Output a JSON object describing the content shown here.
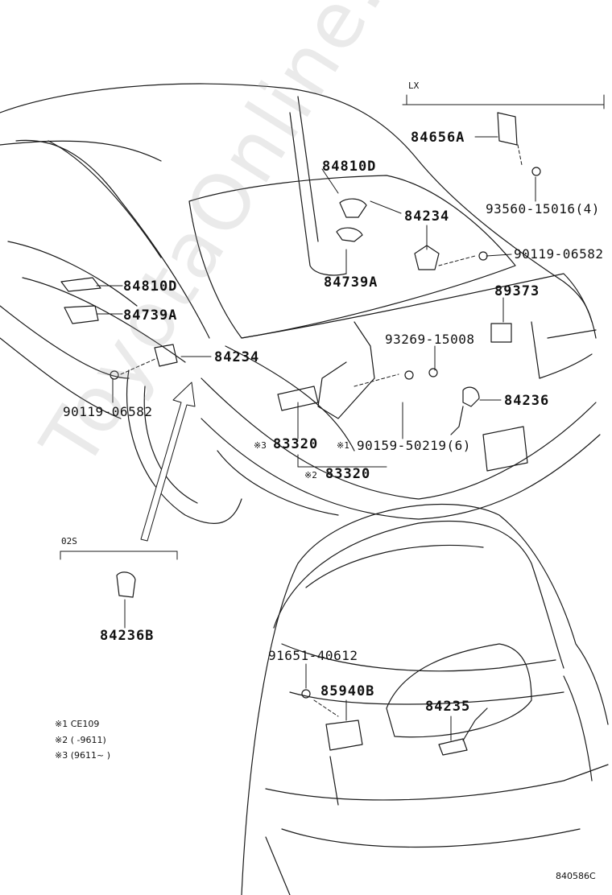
{
  "watermark": "ToyotaOnline.ru",
  "groups": {
    "lx": "LX",
    "o2s": "02S"
  },
  "parts": {
    "p84656a": "84656A",
    "p84810d_top": "84810D",
    "p84234_top": "84234",
    "p93560": "93560-15016(4)",
    "p90119_top": "90119-06582",
    "p84739a_top": "84739A",
    "p84810d_left": "84810D",
    "p84739a_left": "84739A",
    "p89373": "89373",
    "p93269": "93269-15008",
    "p84234_left": "84234",
    "p84236": "84236",
    "p90119_left": "90119-06582",
    "p83320_a_mark": "※3",
    "p83320_a": "83320",
    "p90159_mark": "※1",
    "p90159": "90159-50219(6)",
    "p83320_b_mark": "※2",
    "p83320_b": "83320",
    "p84236b": "84236B",
    "p91651": "91651-40612",
    "p85940b": "85940B",
    "p84235": "84235"
  },
  "notes": [
    "※1 CE109",
    "※2 (      -9611)",
    "※3 (9611~     )"
  ],
  "figure_id": "840586C"
}
